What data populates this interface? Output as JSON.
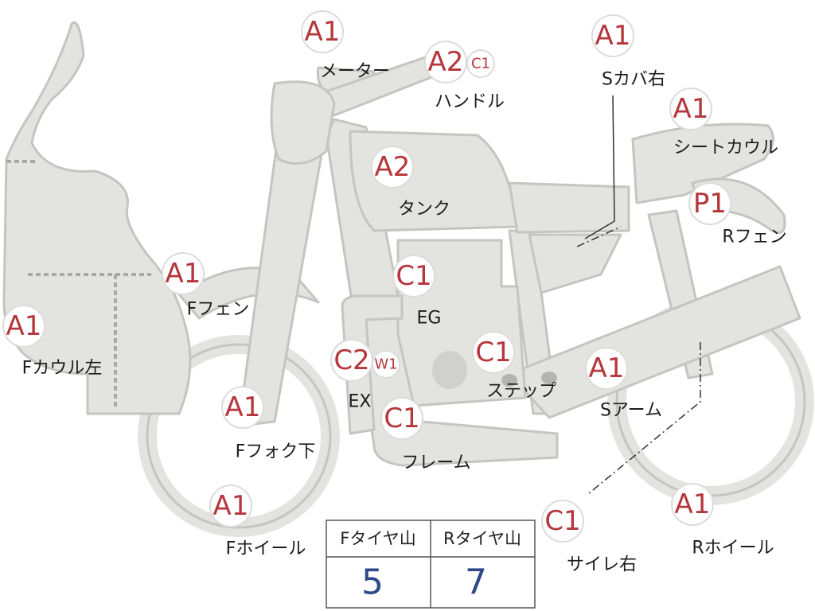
{
  "parts": [
    {
      "id": "meter",
      "grades": [
        "A1"
      ],
      "label": "メーター"
    },
    {
      "id": "handle",
      "grades": [
        "A2",
        "C1"
      ],
      "label": "ハンドル"
    },
    {
      "id": "side-cover-r",
      "grades": [
        "A1"
      ],
      "label": "Sカバ右"
    },
    {
      "id": "seat-cowl",
      "grades": [
        "A1"
      ],
      "label": "シートカウル"
    },
    {
      "id": "tank",
      "grades": [
        "A2"
      ],
      "label": "タンク"
    },
    {
      "id": "rear-fender",
      "grades": [
        "P1"
      ],
      "label": "Rフェン"
    },
    {
      "id": "front-fender",
      "grades": [
        "A1"
      ],
      "label": "Fフェン"
    },
    {
      "id": "engine",
      "grades": [
        "C1"
      ],
      "label": "EG"
    },
    {
      "id": "front-cowl-l",
      "grades": [
        "A1"
      ],
      "label": "Fカウル左"
    },
    {
      "id": "exhaust",
      "grades": [
        "C2",
        "W1"
      ],
      "label": "EX"
    },
    {
      "id": "step",
      "grades": [
        "C1"
      ],
      "label": "ステップ"
    },
    {
      "id": "swing-arm",
      "grades": [
        "A1"
      ],
      "label": "Sアーム"
    },
    {
      "id": "front-fork",
      "grades": [
        "A1"
      ],
      "label": "Fフォク下"
    },
    {
      "id": "frame",
      "grades": [
        "C1"
      ],
      "label": "フレーム"
    },
    {
      "id": "front-wheel",
      "grades": [
        "A1"
      ],
      "label": "Fホイール"
    },
    {
      "id": "muffler-r",
      "grades": [
        "C1"
      ],
      "label": "サイレ右"
    },
    {
      "id": "rear-wheel",
      "grades": [
        "A1"
      ],
      "label": "Rホイール"
    }
  ],
  "tread_table": {
    "headers": [
      "Fタイヤ山",
      "Rタイヤ山"
    ],
    "values": [
      "5",
      "7"
    ]
  },
  "colors": {
    "grade_text": "#b5363b",
    "tread_value": "#2f4a8a",
    "part_fill": "#e3e3e0"
  }
}
